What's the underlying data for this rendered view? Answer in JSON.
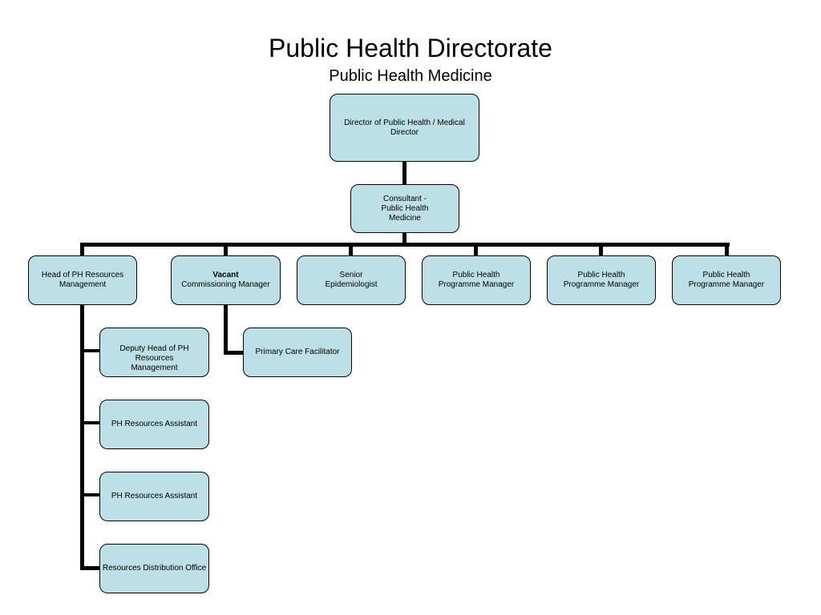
{
  "header": {
    "title": "Public Health Directorate",
    "subtitle": "Public Health Medicine"
  },
  "org_chart": {
    "director": "Director of Public Health / Medical Director",
    "consultant": "Consultant -\nPublic Health\nMedicine",
    "level2": {
      "head_ph_resources": "Head of PH Resources\nManagement",
      "vacant_label": "Vacant",
      "commissioning_manager": "Commissioning Manager",
      "senior_epidemiologist": "Senior\nEpidemiologist",
      "programme_manager_1": "Public Health\nProgramme Manager",
      "programme_manager_2": "Public Health\nProgramme Manager",
      "programme_manager_3": "Public Health\nProgramme Manager"
    },
    "resources_team": {
      "deputy_head": "Deputy Head of PH Resources\nManagement",
      "assistant_1": "PH Resources Assistant",
      "assistant_2": "PH Resources Assistant",
      "distribution_office": "Resources Distribution Office"
    },
    "commissioning_team": {
      "primary_care_facilitator": "Primary Care Facilitator"
    }
  }
}
